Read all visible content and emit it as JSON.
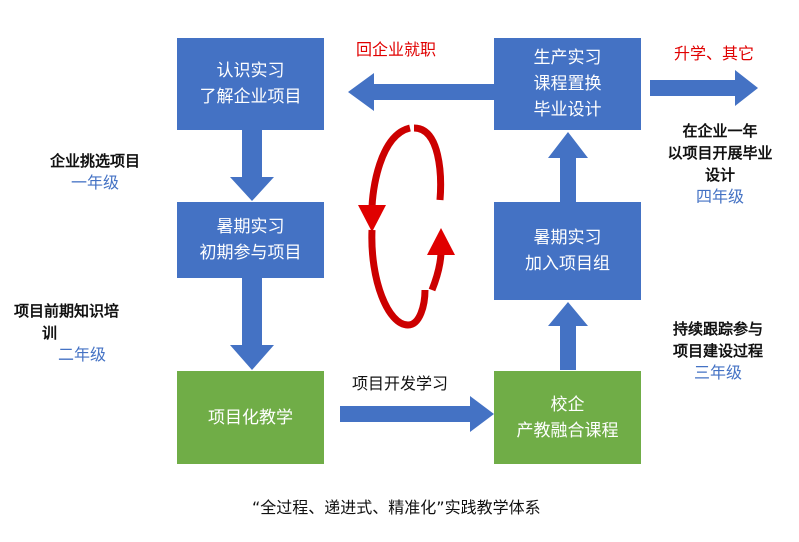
{
  "boxes": {
    "cognition": {
      "line1": "认识实习",
      "line2": "了解企业项目"
    },
    "summer1": {
      "line1": "暑期实习",
      "line2": "初期参与项目"
    },
    "project_teaching": {
      "line1": "项目化教学"
    },
    "school_enterprise": {
      "line1": "校企",
      "line2": "产教融合课程"
    },
    "summer2": {
      "line1": "暑期实习",
      "line2": "加入项目组"
    },
    "production": {
      "line1": "生产实习",
      "line2": "课程置换",
      "line3": "毕业设计"
    }
  },
  "labels": {
    "return_enterprise": "回企业就职",
    "further_study": "升学、其它",
    "project_dev": "项目开发学习",
    "footer": "“全过程、递进式、精准化”实践教学体系"
  },
  "grades": {
    "g1": {
      "desc": "企业挑选项目",
      "grade": "一年级"
    },
    "g2": {
      "desc_line1": "项目前期知识培",
      "desc_line2": "训",
      "grade": "二年级"
    },
    "g3": {
      "desc_line1": "持续跟踪参与",
      "desc_line2": "项目建设过程",
      "grade": "三年级"
    },
    "g4": {
      "desc_line1": "在企业一年",
      "desc_line2": "以项目开展毕业",
      "desc_line3": "设计",
      "grade": "四年级"
    }
  },
  "colors": {
    "box_blue": "#4472c4",
    "box_green": "#70ad47",
    "arrow": "#4472c4",
    "highlight_red": "#e00000"
  }
}
